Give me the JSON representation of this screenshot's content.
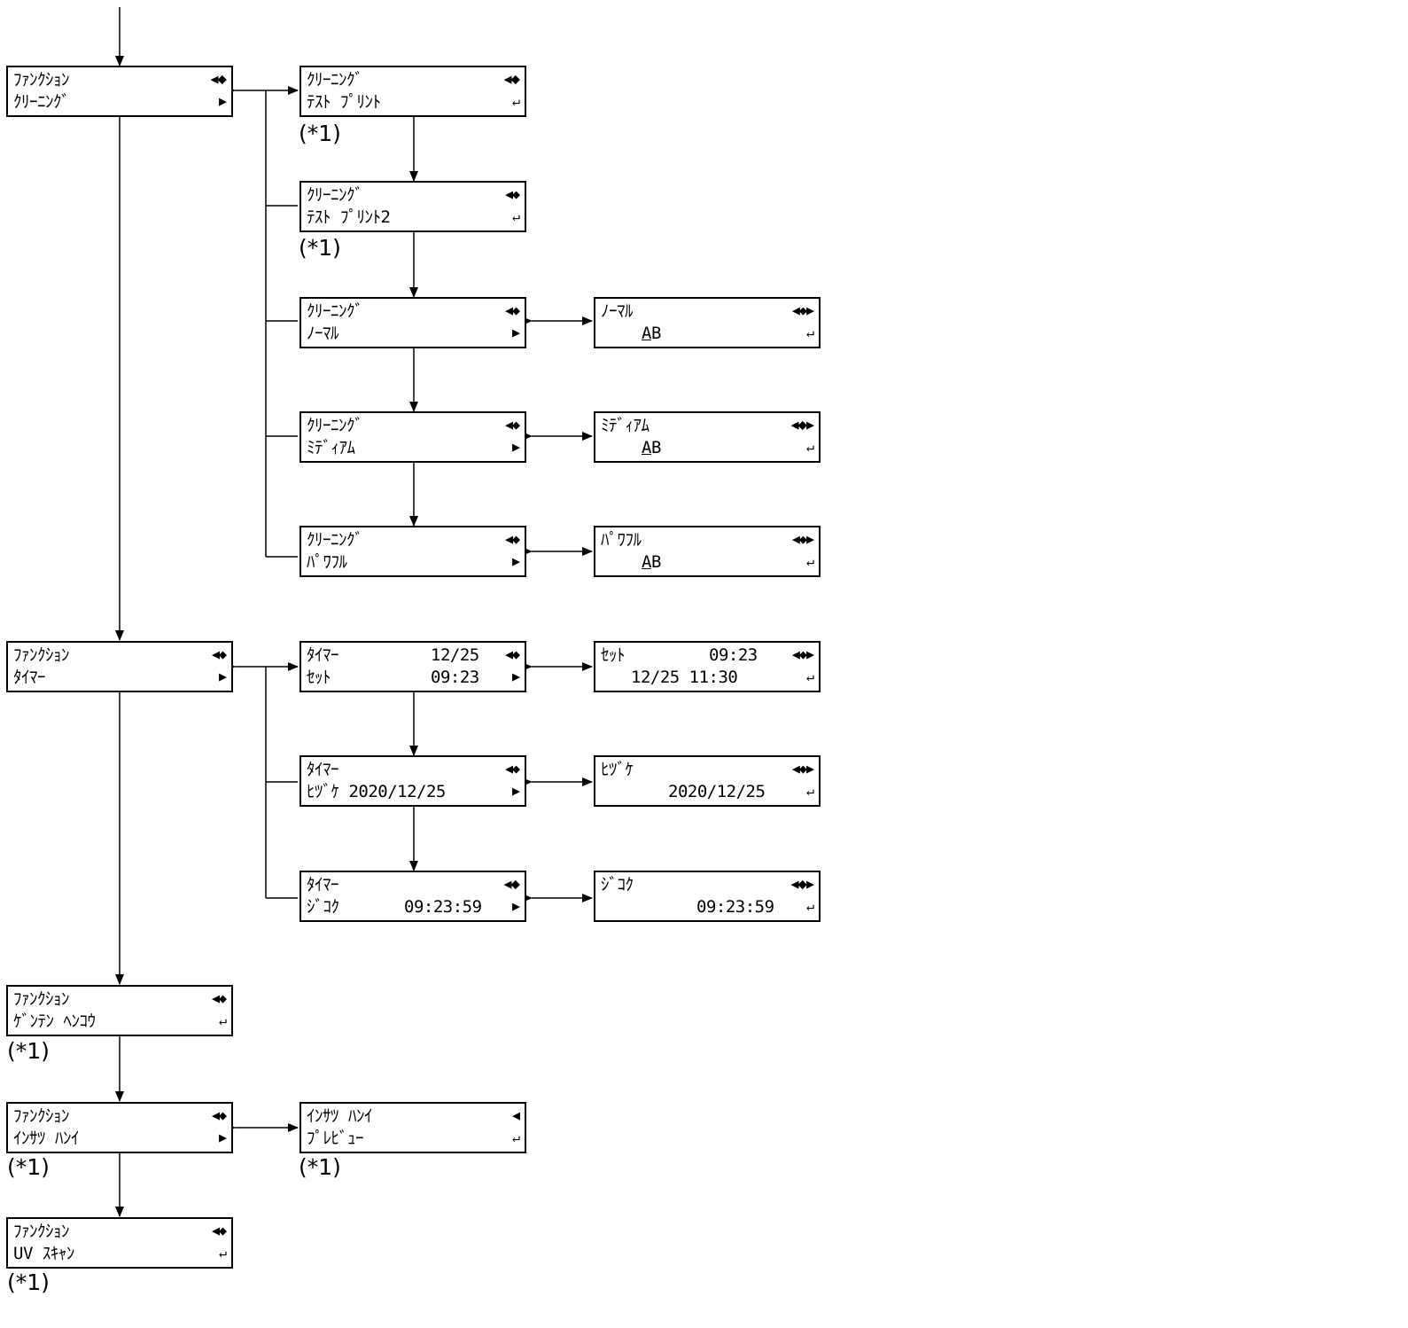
{
  "notes": {
    "star1": "(*1)"
  },
  "icons": {
    "nav_left_updown": "◀◆ with up/down",
    "nav_left_down": "◀◆",
    "nav_left_right": "◀◆▶",
    "right": "▶",
    "left": "◀",
    "enter": "↵"
  },
  "screens": {
    "fn_cleaning": {
      "l1": "ﾌｧﾝｸｼｮﾝ",
      "l2": "ｸﾘｰﾆﾝｸﾞ",
      "i1": "◀⬥",
      "i2": "▶"
    },
    "fn_timer": {
      "l1": "ﾌｧﾝｸｼｮﾝ",
      "l2": "ﾀｲﾏｰ",
      "i1": "◀◆",
      "i2": "▶"
    },
    "fn_genten": {
      "l1": "ﾌｧﾝｸｼｮﾝ",
      "l2": "ｹﾞﾝﾃﾝ ﾍﾝｺｳ",
      "i1": "◀◆",
      "i2": "↵"
    },
    "fn_insatsu": {
      "l1": "ﾌｧﾝｸｼｮﾝ",
      "l2": "ｲﾝｻﾂ ﾊﾝｲ",
      "i1": "◀◆",
      "i2": "▶"
    },
    "fn_uv": {
      "l1": "ﾌｧﾝｸｼｮﾝ",
      "l2": "UV ｽｷｬﾝ",
      "i1": "◀◆",
      "i2": "↵"
    },
    "cl_test": {
      "l1": "ｸﾘｰﾆﾝｸﾞ",
      "l2": "ﾃｽﾄ ﾌﾟﾘﾝﾄ",
      "i1": "◀⬥",
      "i2": "↵"
    },
    "cl_test2": {
      "l1": "ｸﾘｰﾆﾝｸﾞ",
      "l2": "ﾃｽﾄ ﾌﾟﾘﾝﾄ2",
      "i1": "◀◆",
      "i2": "↵"
    },
    "cl_normal": {
      "l1": "ｸﾘｰﾆﾝｸﾞ",
      "l2": "ﾉｰﾏﾙ",
      "i1": "◀◆",
      "i2": "▶"
    },
    "cl_medium": {
      "l1": "ｸﾘｰﾆﾝｸﾞ",
      "l2": "ﾐﾃﾞｨｱﾑ",
      "i1": "◀◆",
      "i2": "▶"
    },
    "cl_power": {
      "l1": "ｸﾘｰﾆﾝｸﾞ",
      "l2": "ﾊﾟﾜﾌﾙ",
      "i1": "◀◆",
      "i2": "▶"
    },
    "normal_ab": {
      "l1": "ﾉｰﾏﾙ",
      "ab_a": "A",
      "ab_b": "B",
      "i1": "◀◆▶",
      "i2": "↵"
    },
    "medium_ab": {
      "l1": "ﾐﾃﾞｨｱﾑ",
      "ab_a": "A",
      "ab_b": "B",
      "i1": "◀⬥▶",
      "i2": "↵"
    },
    "power_ab": {
      "l1": "ﾊﾟﾜﾌﾙ",
      "ab_a": "A",
      "ab_b": "B",
      "i1": "◀◆▶",
      "i2": "↵"
    },
    "tm_set": {
      "l1": "ﾀｲﾏｰ",
      "v1": "12/25",
      "l2": "ｾｯﾄ",
      "v2": "09:23",
      "i1": "◀◆",
      "i2": "▶"
    },
    "tm_date": {
      "l1": "ﾀｲﾏｰ",
      "l2": "ﾋﾂﾞｹ 2020/12/25",
      "i1": "◀◆",
      "i2": "▶"
    },
    "tm_time": {
      "l1": "ﾀｲﾏｰ",
      "l2": "ｼﾞｺｸ",
      "v2": "09:23:59",
      "i1": "◀⬥",
      "i2": "▶"
    },
    "set_edit": {
      "l1": "ｾｯﾄ",
      "v1": "09:23",
      "l2": "12/25 11:30",
      "i1": "◀◆▶",
      "i2": "↵"
    },
    "date_edit": {
      "l1": "ﾋﾂﾞｹ",
      "v2": "2020/12/25",
      "i1": "◀◆▶",
      "i2": "↵"
    },
    "time_edit": {
      "l1": "ｼﾞｺｸ",
      "v2": "09:23:59",
      "i1": "◀⬥▶",
      "i2": "↵"
    },
    "ins_preview": {
      "l1": "ｲﾝｻﾂ ﾊﾝｲ",
      "l2": "ﾌﾟﾚﾋﾞｭｰ",
      "i1": "◀",
      "i2": "↵"
    }
  }
}
